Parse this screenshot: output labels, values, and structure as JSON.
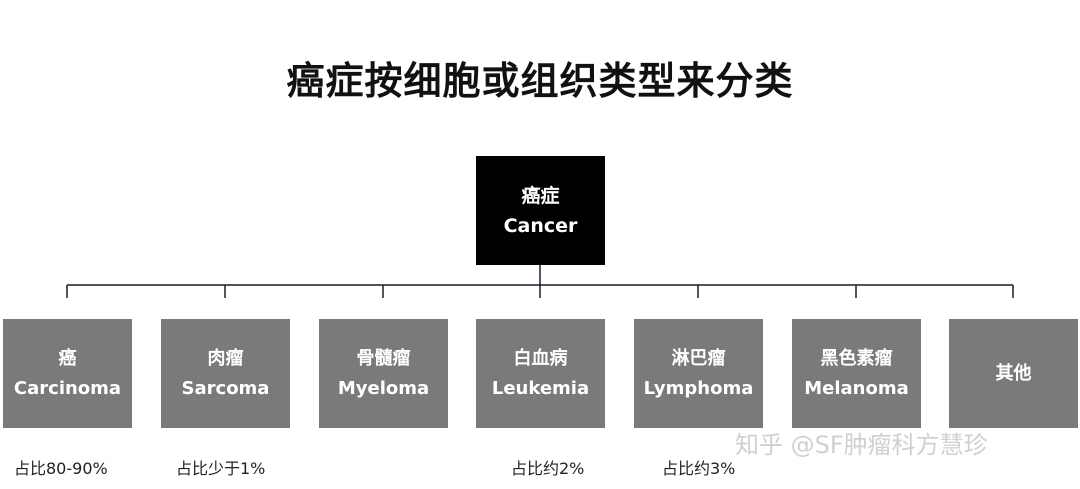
{
  "title": "癌症按细胞或组织类型来分类",
  "root": {
    "zh": "癌症",
    "en": "Cancer"
  },
  "children": [
    {
      "zh": "癌",
      "en": "Carcinoma",
      "note": "占比80-90%"
    },
    {
      "zh": "肉瘤",
      "en": "Sarcoma",
      "note": "占比少于1%"
    },
    {
      "zh": "骨髓瘤",
      "en": "Myeloma",
      "note": ""
    },
    {
      "zh": "白血病",
      "en": "Leukemia",
      "note": "占比约2%"
    },
    {
      "zh": "淋巴瘤",
      "en": "Lymphoma",
      "note": "占比约3%"
    },
    {
      "zh": "黑色素瘤",
      "en": "Melanoma",
      "note": ""
    },
    {
      "zh": "其他",
      "en": "",
      "note": ""
    }
  ],
  "watermark": "知乎 @SF肿瘤科方慧珍",
  "colors": {
    "root_bg": "#000000",
    "child_bg": "#7a7a7a",
    "connector": "#1a1a2e"
  }
}
